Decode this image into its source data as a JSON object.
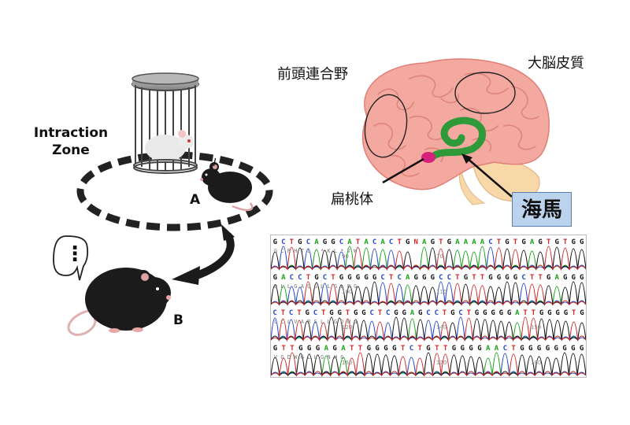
{
  "labels": {
    "interaction_zone": [
      "Intraction",
      "Zone"
    ],
    "mouse_a": "A",
    "mouse_b": "B",
    "alert": "!",
    "thought": "⋮"
  },
  "brain": {
    "prefrontal": "前頭連合野",
    "cortex": "大脳皮質",
    "amygdala": "扁桃体",
    "hippocampus": "海馬"
  },
  "colors": {
    "brain": "#f4a9a0",
    "hippocampus": "#2e9a3a",
    "amygdala": "#d6207c",
    "cerebellum": "#f8d7a8",
    "hippo_box": "#bcd3ee",
    "mouse": "#1b1b1b"
  },
  "sequence": {
    "rows": [
      {
        "bases": "GCTGCAGGCATACACTGNAGTGAAAACTGTGAGTGTGG",
        "aa": "G  C  R  H  T  L  -  *  K  L  *  V  W",
        "ticks": [
          "90",
          "70"
        ]
      },
      {
        "bases": "GACCTGCTGGGGGCTCAGGGCCTGTTGGGGCTTGAGGG",
        "aa": "D  L  L  G  A  Q  G  L  L  G  L  E  G",
        "ticks": [
          "100",
          "110"
        ]
      },
      {
        "bases": "CTCTGCTGGTGGCTCGGAGCCTGCTGGGGGATTGGGGTG",
        "aa": "L  C  L  V  A  R  S  L  L  G  D  W  G",
        "ticks": [
          "120",
          "140",
          "150"
        ]
      },
      {
        "bases": "GTTGGGAGATTGGGGTCTGTTGGGGAACTGGGGGGGG",
        "aa": "V  G  D  W  G  L  L  G  N  W  G",
        "ticks": [
          "160",
          "170",
          "180"
        ]
      }
    ]
  }
}
